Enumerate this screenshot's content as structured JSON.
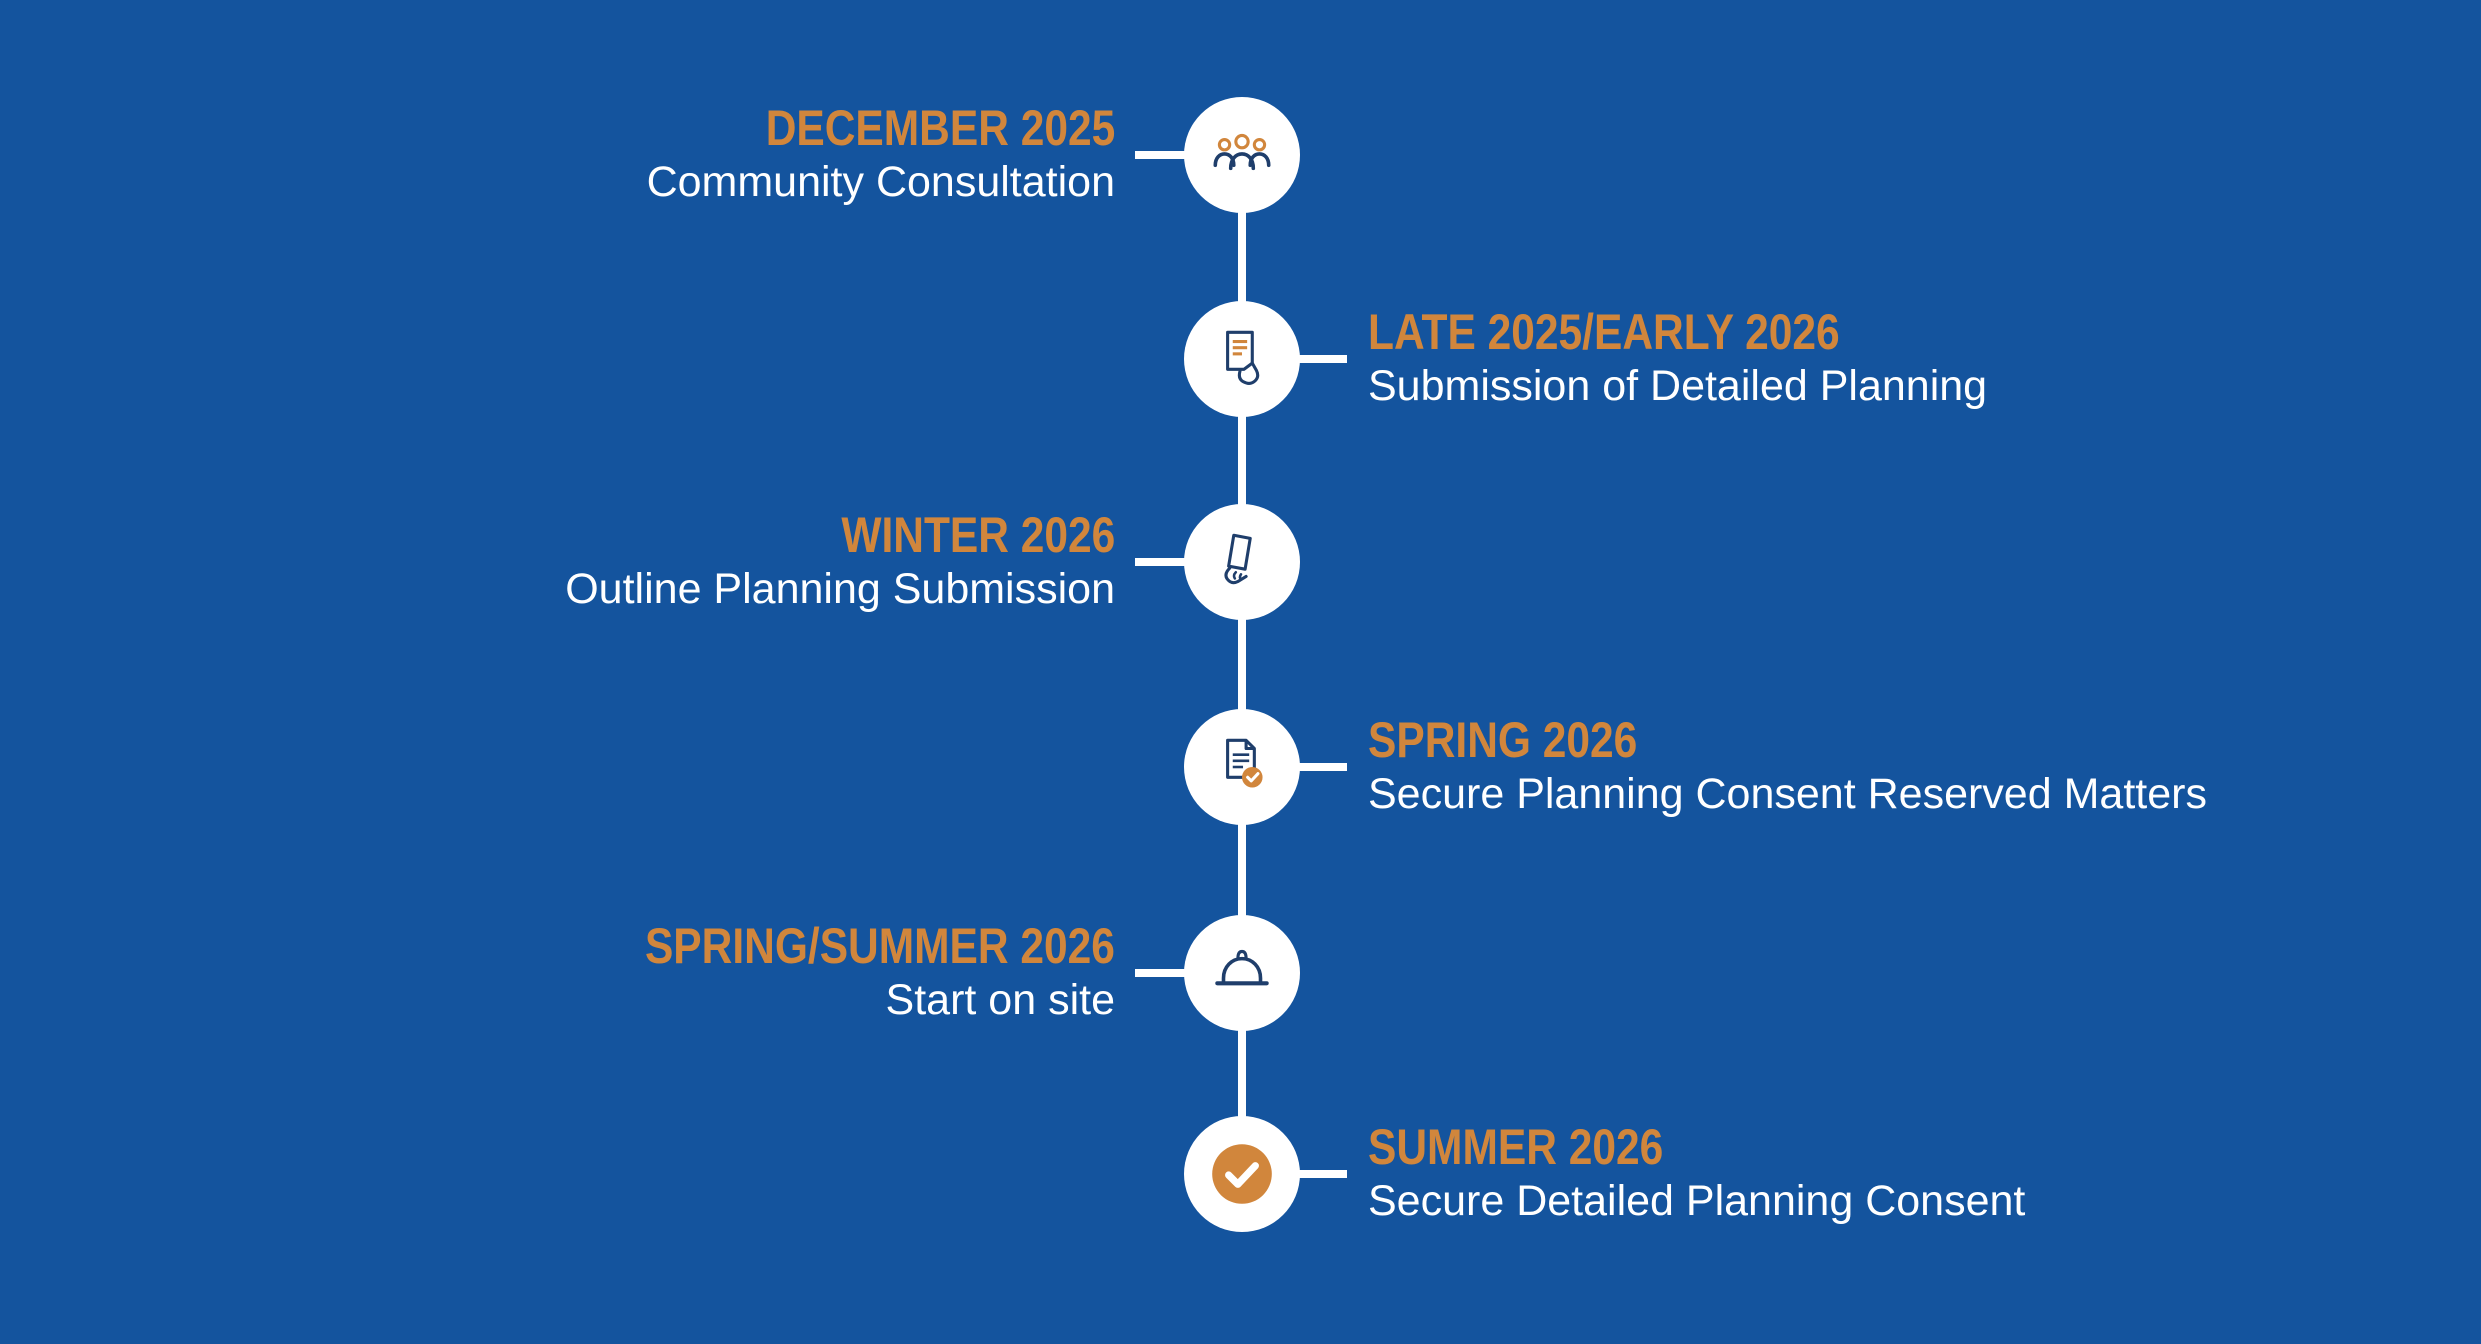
{
  "page": {
    "background_color": "#14549E",
    "accent_color": "#D1863C",
    "text_color": "#FFFFFF",
    "icon_outline_color": "#1F3E6B"
  },
  "timeline": {
    "items": [
      {
        "date": "December 2025",
        "title": "Community Consultation",
        "side": "left",
        "icon": "people-group-icon"
      },
      {
        "date": "Late 2025/Early 2026",
        "title": "Submission of Detailed Planning",
        "side": "right",
        "icon": "document-writing-hand-icon"
      },
      {
        "date": "Winter 2026",
        "title": "Outline Planning Submission",
        "side": "left",
        "icon": "hand-holding-paper-icon"
      },
      {
        "date": "Spring 2026",
        "title": "Secure Planning Consent Reserved Matters",
        "side": "right",
        "icon": "document-check-icon"
      },
      {
        "date": "Spring/Summer 2026",
        "title": "Start on site",
        "side": "left",
        "icon": "hard-hat-icon"
      },
      {
        "date": "Summer 2026",
        "title": "Secure Detailed Planning Consent",
        "side": "right",
        "icon": "check-circle-icon"
      }
    ]
  }
}
